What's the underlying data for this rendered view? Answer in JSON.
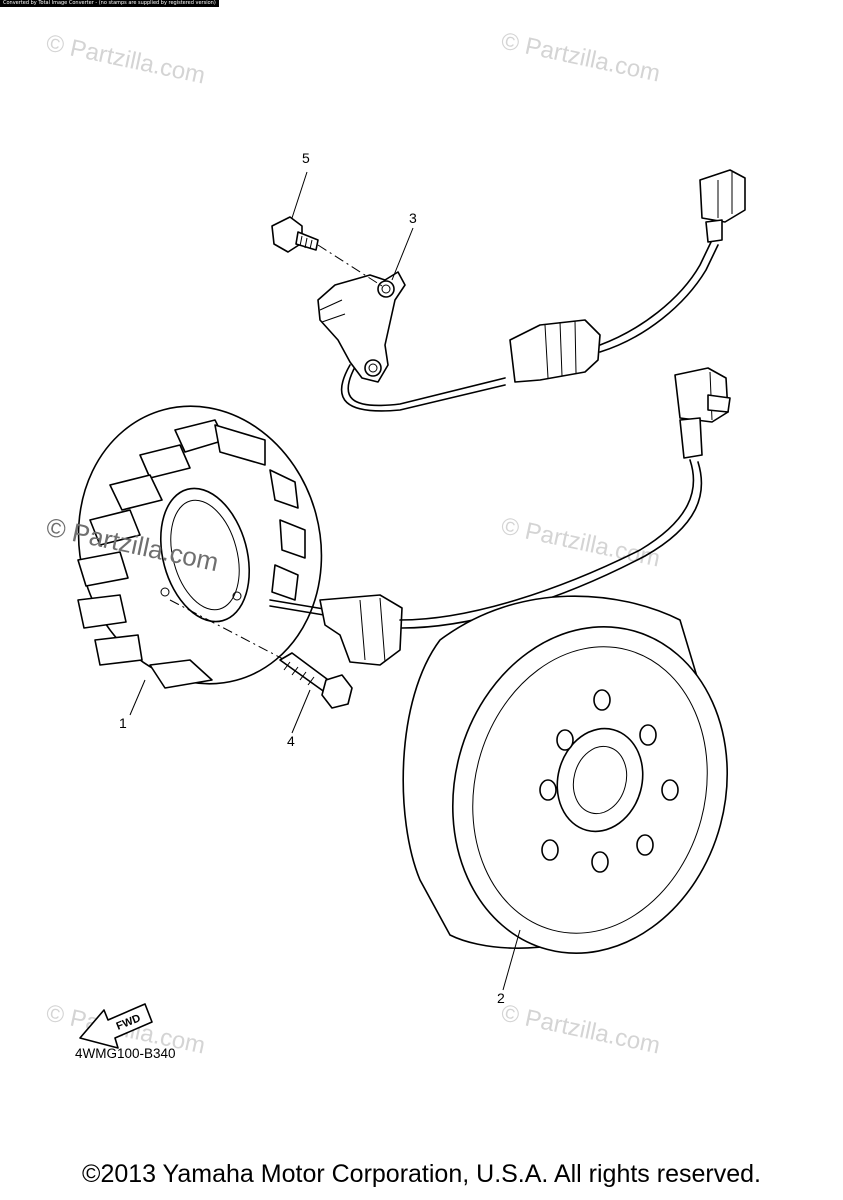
{
  "banner": "Converted by Total Image Converter - (no stamps are supplied by registered version)",
  "watermark": "© Partzilla.com",
  "callouts": {
    "p1": "1",
    "p2": "2",
    "p3": "3",
    "p4": "4",
    "p5": "5"
  },
  "fwd_label": "FWD",
  "diagram_code": "4WMG100-B340",
  "copyright": "©2013 Yamaha Motor Corporation, U.S.A. All rights reserved."
}
